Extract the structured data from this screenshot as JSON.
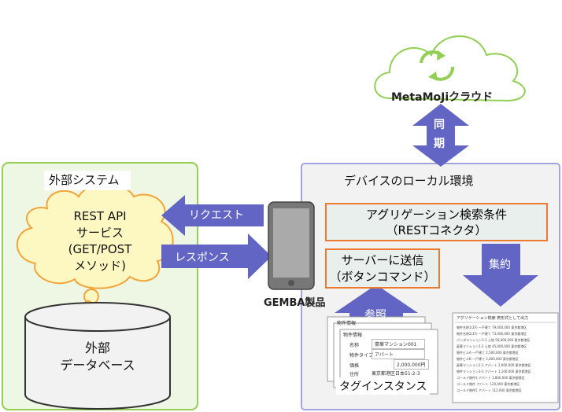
{
  "cloud": {
    "label": "MetaMoJiクラウド"
  },
  "sync": {
    "label": "同期"
  },
  "external_system": {
    "title": "外部システム",
    "rest_service": [
      "REST API",
      "サービス",
      "(GET/POST",
      "メソッド)"
    ],
    "database": [
      "外部",
      "データベース"
    ]
  },
  "arrows": {
    "request": "リクエスト",
    "response": "レスポンス",
    "reference": "参照",
    "aggregate": "集約"
  },
  "device": {
    "name": "GEMBA製品",
    "env_title": "デバイスのローカル環境",
    "aggregation_box": [
      "アグリゲーション検索条件",
      "（RESTコネクタ）"
    ],
    "send_box": [
      "サーバーに送信",
      "（ボタンコマンド）"
    ],
    "tag_instance_label": "タグインスタンス",
    "tag_doc": {
      "header": "物件情報",
      "rows": [
        {
          "label": "名称",
          "value": "豪華マンション001"
        },
        {
          "label": "物件タイプ",
          "value": "アパート"
        },
        {
          "label": "価格",
          "value": "2,000,000円"
        },
        {
          "label": "住所",
          "value": "東京都港区日本51-2-3"
        }
      ]
    },
    "result_doc": {
      "header": "アグリゲーション検索  表形式として出力",
      "rows": [
        "物件名称1(2F) 一戸建て 79,000,000 東京都港区",
        "物件名称2(1F) 一戸建て 73,000,000 東京都港区",
        "パンダマンション1-1 土地 56,000,000 東京都港区",
        "豪華マンション1-2 土地 45,000,000 東京都港区",
        "物件ビルA 一戸建て 2,500,000 東京都港区",
        "物件ビルB 一戸建て 2,000,000 東京都港区",
        "豪華マンション2-1 アパート 2,000,000 東京都港区",
        "物件マンション3-3 アパート 1,100,000 東京都港区",
        "ゴールド物件3 アパート 1,800,000 東京都港区",
        "ゴールド物件 アパート 120,000 東京都港区",
        "ゴールド物件5 アパート 112,000 東京都港区"
      ]
    }
  },
  "colors": {
    "arrow": "#6265c4",
    "green": "#93cf55",
    "green_bg": "#edf7e3",
    "purple_border": "#a3a4e0",
    "orange": "#ec7a2f",
    "cloud_yellow": "#fdf8c2",
    "cloud_orange": "#f3a43a"
  }
}
